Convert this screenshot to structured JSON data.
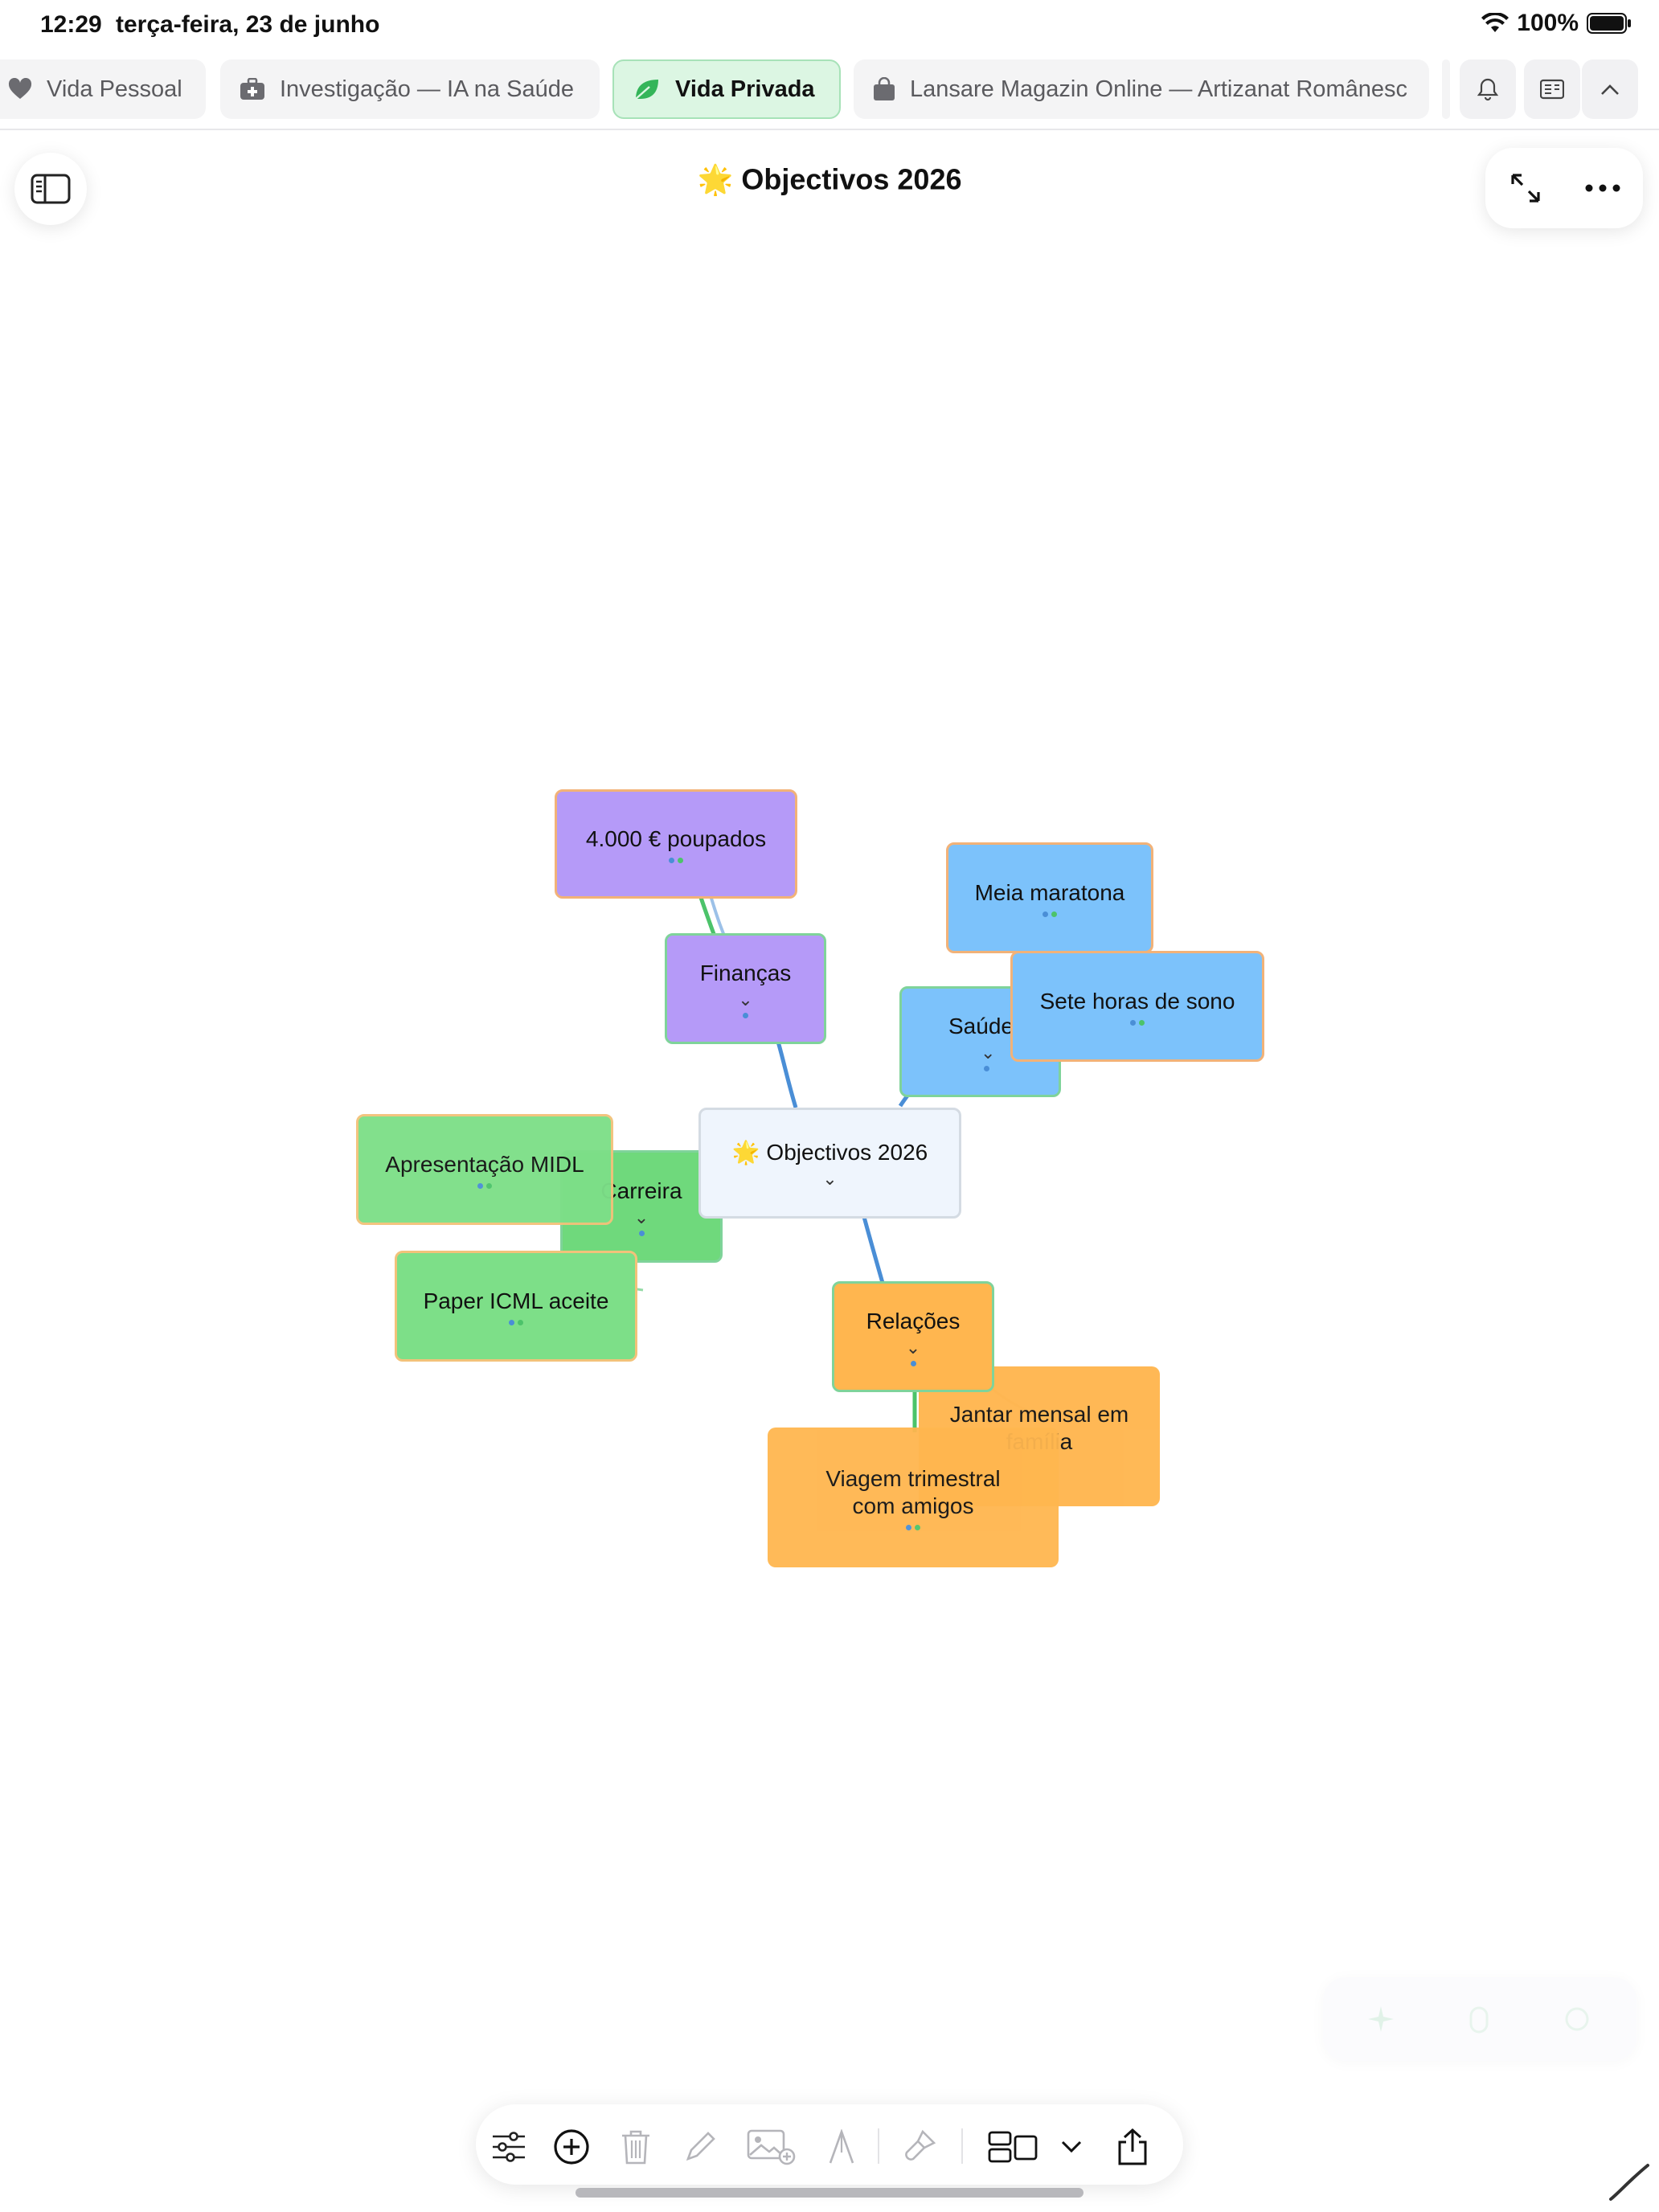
{
  "status_bar": {
    "time": "12:29",
    "date": "terça-feira, 23 de junho",
    "battery": "100%"
  },
  "tabs": [
    {
      "label": "Vida Pessoal",
      "icon": "heart-icon"
    },
    {
      "label": "Investigação — IA na Saúde",
      "icon": "medical-bag-icon"
    },
    {
      "label": "Vida Privada",
      "icon": "leaf-icon",
      "active": true
    },
    {
      "label": "Lansare Magazin Online — Artizanat Românesc",
      "icon": "shopping-bag-icon"
    }
  ],
  "document": {
    "title_emoji": "🌟",
    "title": "Objectivos 2026"
  },
  "mindmap": {
    "center": {
      "emoji": "🌟",
      "label": "Objectivos 2026"
    },
    "branches": {
      "financas": {
        "label": "Finanças",
        "color": "#b59af8",
        "children": [
          "4.000 € poupados"
        ]
      },
      "saude": {
        "label": "Saúde",
        "color": "#7cc2fb",
        "children": [
          "Meia maratona",
          "Sete horas de sono"
        ]
      },
      "carreira": {
        "label": "Carreira",
        "color": "#7ddf88",
        "children": [
          "Apresentação MIDL",
          "Paper ICML aceite"
        ]
      },
      "relacoes": {
        "label": "Relações",
        "color": "#ffb64f",
        "children": [
          "Jantar mensal em família",
          "Viagem trimestral com amigos"
        ]
      }
    },
    "chevron": "⌄"
  },
  "toolbar": {
    "icons": [
      "sliders-icon",
      "add-circle-icon",
      "trash-icon",
      "pencil-icon",
      "image-add-icon",
      "font-icon",
      "brush-icon",
      "layout-icon",
      "chevron-down-icon",
      "share-icon"
    ]
  },
  "colors": {
    "accent_green": "#3ebd5c",
    "connector_blue": "#4a8ed6",
    "connector_green": "#4cc36a"
  }
}
